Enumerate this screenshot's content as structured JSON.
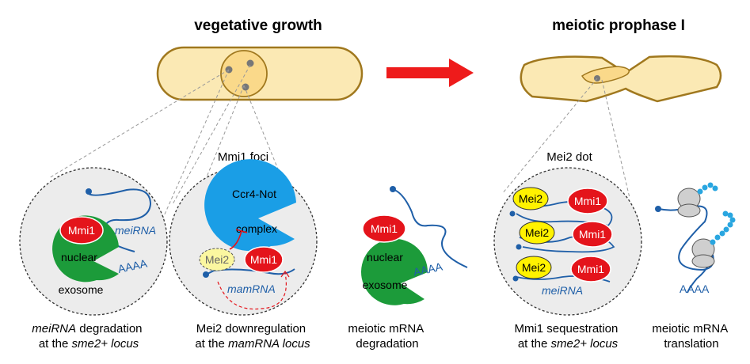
{
  "titles": {
    "left": "vegetative growth",
    "right": "meiotic prophase I"
  },
  "labels": {
    "mmi1_foci": "Mmi1 foci",
    "mei2_dot": "Mei2 dot"
  },
  "proteins": {
    "mmi1": "Mmi1",
    "mei2": "Mei2",
    "nuclear": "nuclear",
    "exosome": "exosome",
    "ccr4": "Ccr4-Not",
    "complex": "complex"
  },
  "rna": {
    "meiRNA": "meiRNA",
    "mamRNA": "mamRNA",
    "polyA": "AAAA"
  },
  "captions": {
    "c1": {
      "line1_it": "meiRNA",
      "line1_rest": " degradation",
      "line2_pre": "at the ",
      "line2_it": "sme2+ locus"
    },
    "c2": {
      "line1": "Mei2 downregulation",
      "line2_pre": "at the ",
      "line2_it": "mamRNA locus"
    },
    "c3": {
      "line1": "meiotic mRNA",
      "line2": "degradation"
    },
    "c4": {
      "line1": "Mmi1 sequestration",
      "line2_pre": "at the ",
      "line2_it": "sme2+ locus"
    },
    "c5": {
      "line1": "meiotic mRNA",
      "line2": "translation"
    }
  },
  "colors": {
    "cell_fill": "#fbe9b4",
    "cell_stroke": "#a0781e",
    "mmi1": "#e4141b",
    "mei2": "#fff200",
    "exosome": "#1c9b3a",
    "ccr4": "#1a9ee6",
    "rna": "#1f5fa8",
    "arrow": "#ee1b1b",
    "zoom_bg": "#ececec",
    "ribosome": "#cfcfcf",
    "peptide": "#29a6e0"
  }
}
